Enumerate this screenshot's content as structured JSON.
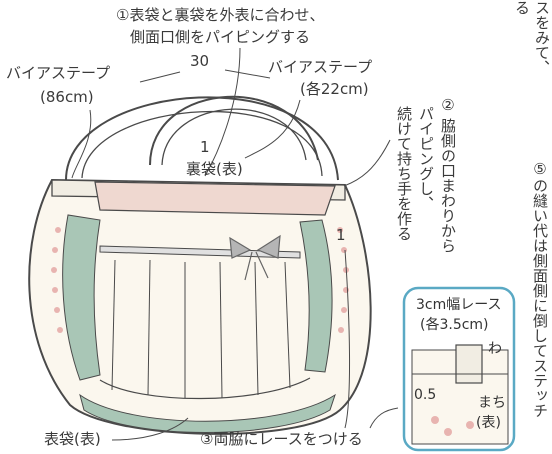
{
  "labels": {
    "step1_line1": "①表袋と裏袋を外表に合わせ、",
    "step1_line2": "側面口側をパイピングする",
    "bias_left_line1": "バイアステープ",
    "bias_left_line2": "(86cm)",
    "bias_right_line1": "バイアステープ",
    "bias_right_line2": "(各22cm)",
    "dim_30": "30",
    "dim_1_top": "1",
    "dim_1_side": "1",
    "lining_label": "裏袋(表)",
    "outer_label": "表袋(表)",
    "step3": "③両脇にレースをつける",
    "step2_col1": "②",
    "step2_col2": "脇側の口まわりから",
    "step2_col3": "パイピングし、",
    "step2_col4": "続けて持ち手を作る",
    "step5": "⑤の縫い代は側面側に倒してステッチ",
    "cut_top_right_col1": "スをみて、",
    "cut_top_right_col2": "る"
  },
  "inset": {
    "title_line1": "3cm幅レース",
    "title_line2": "(各3.5cm)",
    "fold_mark": "わ",
    "dim_05": "0.5",
    "gusset_line1": "まち",
    "gusset_line2": "(表)",
    "border_color": "#5aa9c4"
  },
  "colors": {
    "outline": "#4a4a4a",
    "green": "#8fb5a3",
    "pink": "#e8b4b0",
    "cream": "#fbf7ee",
    "grey_ribbon": "#9a9a9a"
  }
}
